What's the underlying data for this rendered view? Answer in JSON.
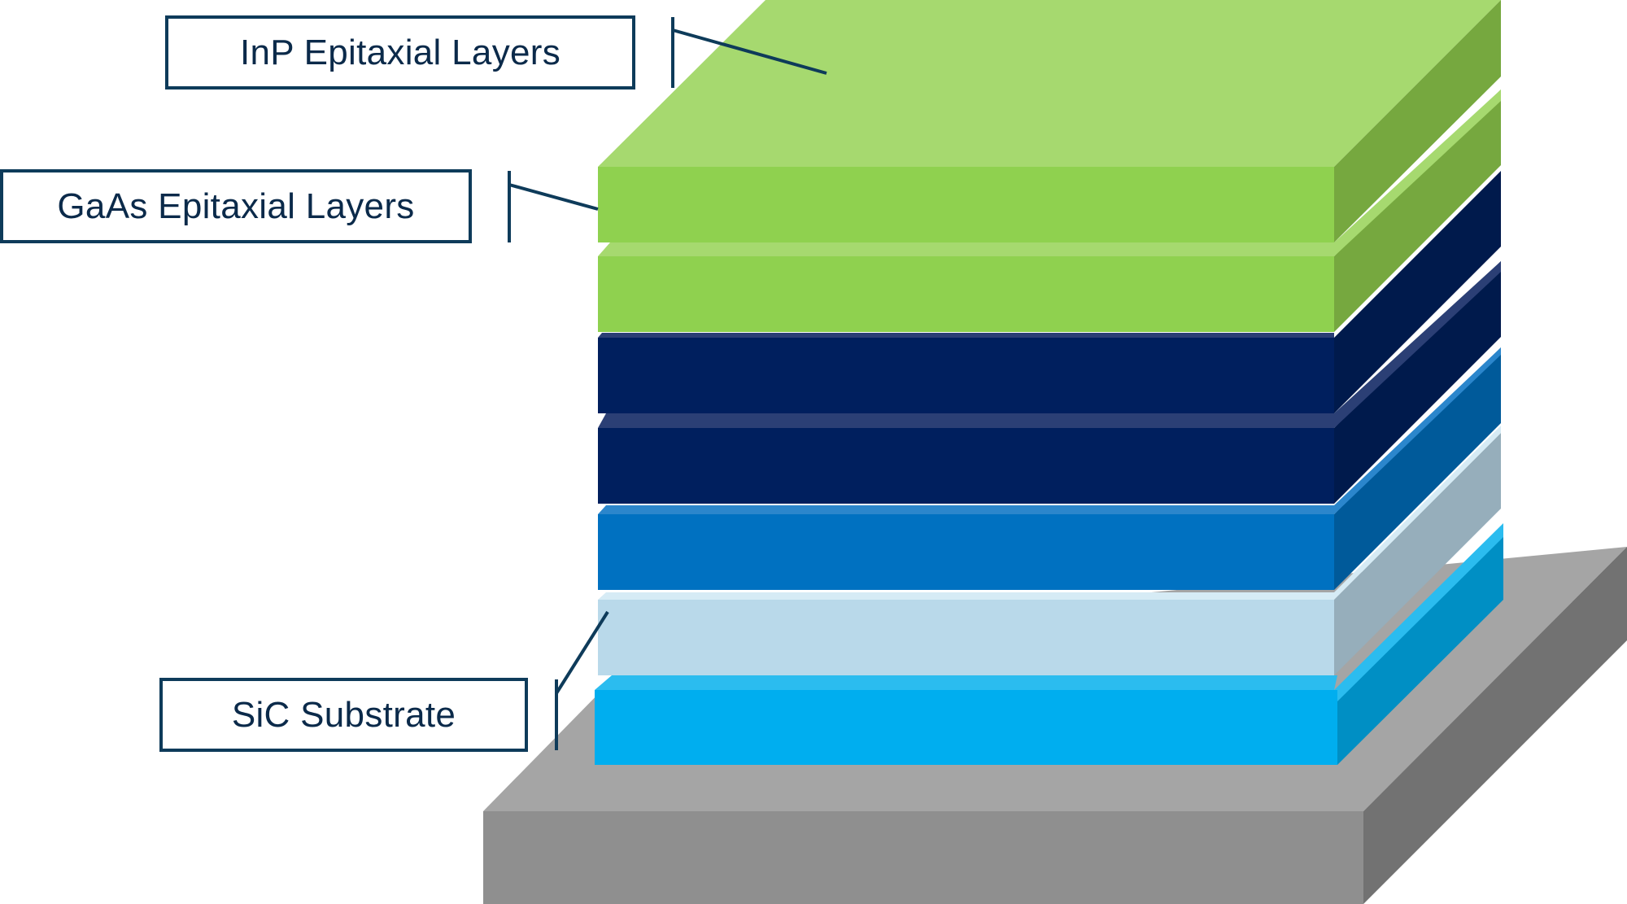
{
  "labels": {
    "inp": "InP Epitaxial Layers",
    "gaas": "GaAs Epitaxial Layers",
    "sic": "SiC Substrate"
  },
  "colors": {
    "label_border": "#0e3b5a",
    "label_text": "#0b2a4a",
    "leader_line": "#0e3b5a",
    "base_front": "#8f8f8f",
    "base_top": "#a5a5a5",
    "base_side": "#727272",
    "sic_front": "#00aeef",
    "sic_top": "#2bbcef",
    "sic_side": "#008fc4",
    "pale_blue_front": "#b9d9ea",
    "pale_blue_top": "#d6ebf5",
    "pale_blue_side": "#96aebb",
    "mid_blue_front": "#0071c1",
    "mid_blue_top": "#2b86cc",
    "mid_blue_side": "#005a9a",
    "navy_front": "#001f5e",
    "navy_top": "#2b3f75",
    "navy_side": "#001a4c",
    "green_front": "#8fd14f",
    "green_top": "#a6d96f",
    "green_side": "#76a83f"
  }
}
